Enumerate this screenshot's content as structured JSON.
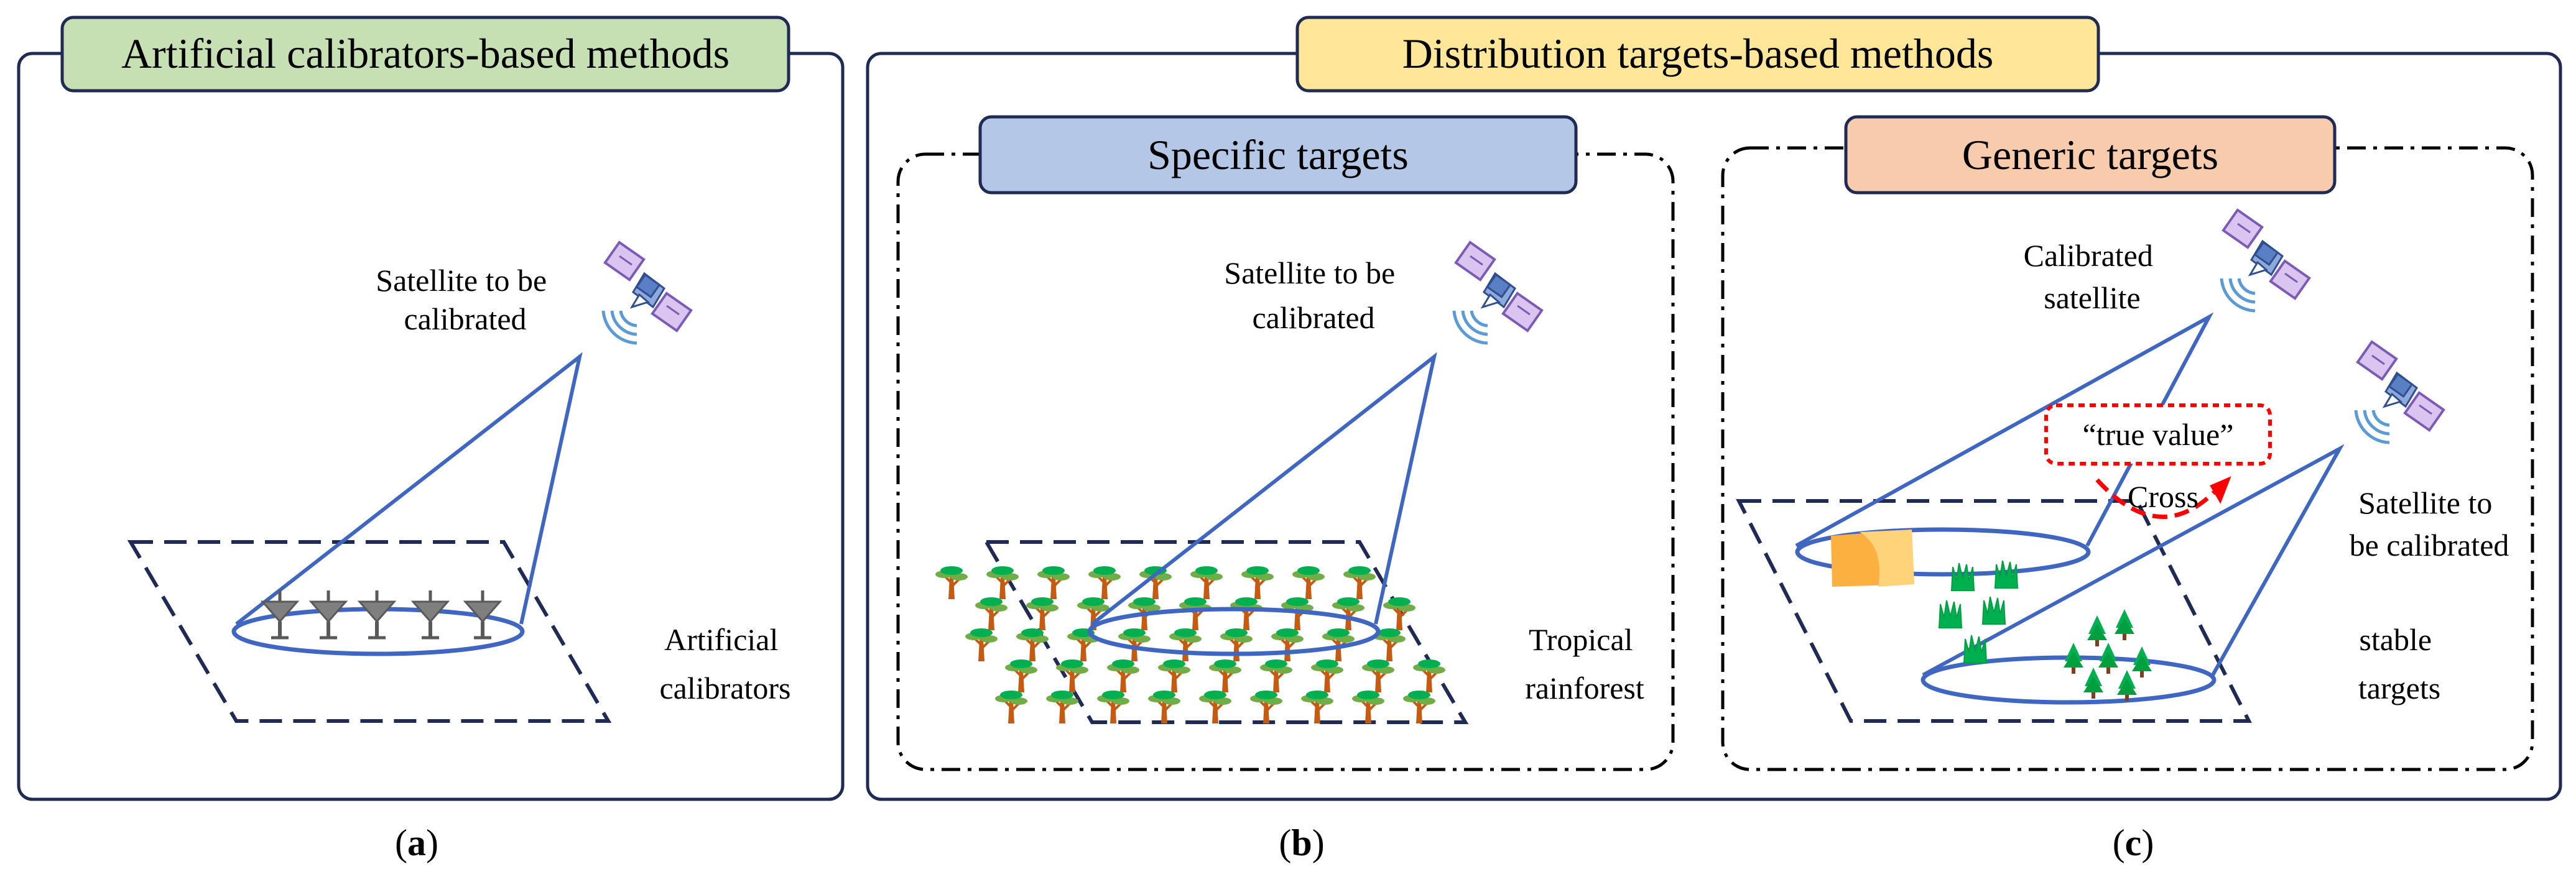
{
  "panel_a": {
    "title": "Artificial calibrators-based methods",
    "satellite_label": [
      "Satellite to be",
      "calibrated"
    ],
    "ground_label": [
      "Artificial",
      "calibrators"
    ],
    "caption": {
      "letter": "a"
    }
  },
  "panel_bc_group": {
    "title": "Distribution targets-based methods"
  },
  "panel_b": {
    "title": "Specific targets",
    "satellite_label": [
      "Satellite to be",
      "calibrated"
    ],
    "ground_label": [
      "Tropical",
      "rainforest"
    ],
    "caption": {
      "letter": "b"
    }
  },
  "panel_c": {
    "title": "Generic targets",
    "calibrated_satellite_label": [
      "Calibrated",
      "satellite"
    ],
    "true_value_label": "“true value”",
    "cross_label": "Cross",
    "target_satellite_label": [
      "Satellite to",
      "be calibrated"
    ],
    "ground_label": [
      "stable",
      "targets"
    ],
    "caption": {
      "letter": "c"
    }
  },
  "colors": {
    "border_navy": "#1f2a55",
    "line_blue": "#3f66c0",
    "title_a_fill": "#c6e0b4",
    "title_bc_fill": "#ffe699",
    "title_b_fill": "#b4c7e7",
    "title_c_fill": "#f8cbad",
    "dashed_red": "#ff0000"
  }
}
